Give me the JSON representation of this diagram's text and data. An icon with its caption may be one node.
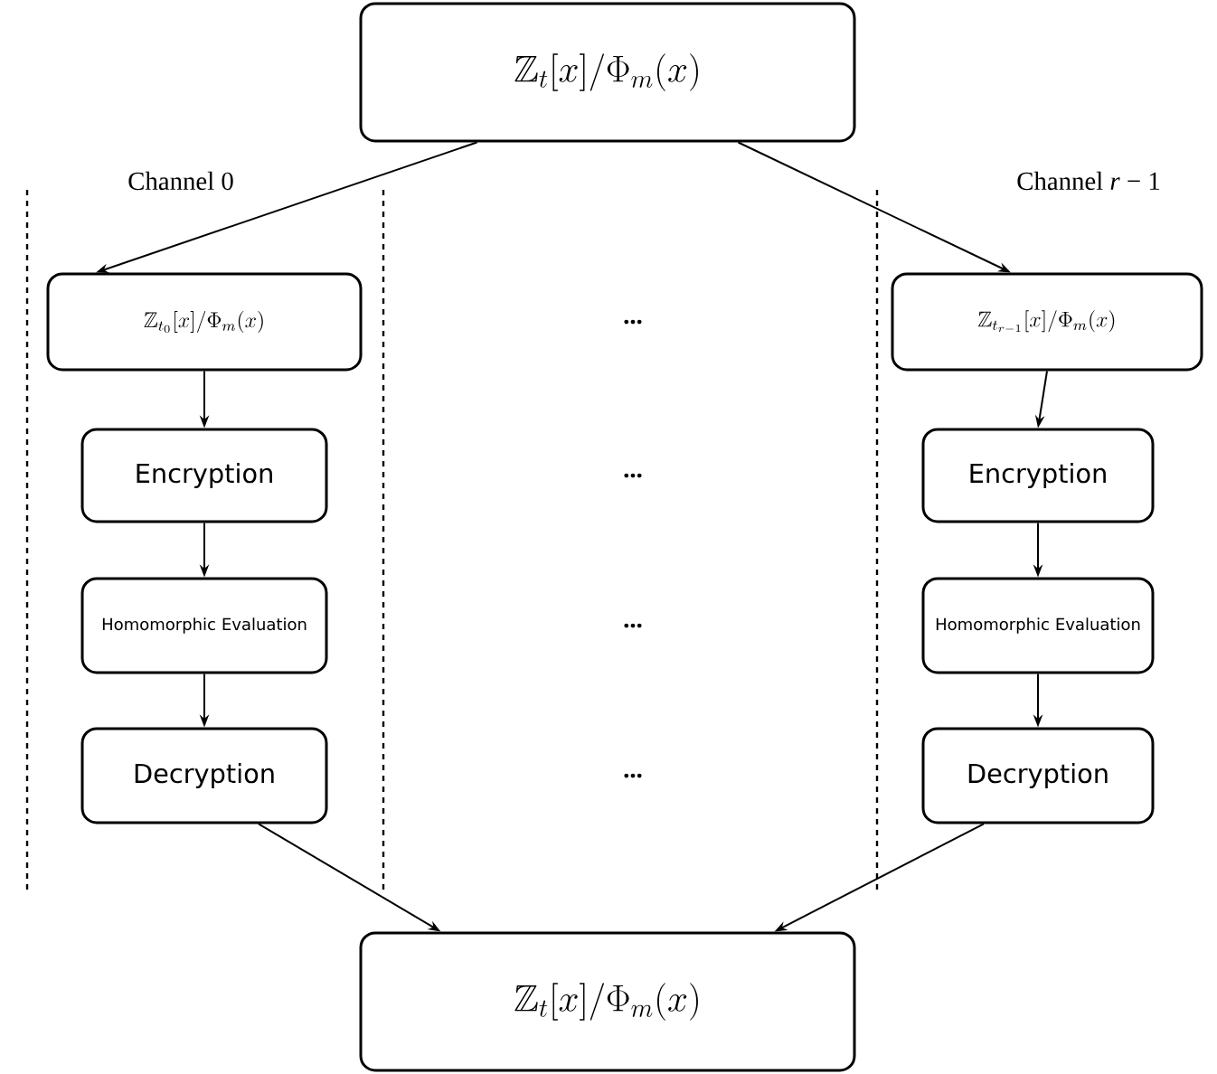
{
  "diagram": {
    "nodes": [
      {
        "text": [
          "\\mathbb{Z}_t[x]/\\Phi_m(x)"
        ]
      },
      {
        "text": [
          "\\mathbb{Z}_{t_0}[x]/\\Phi_m(x)"
        ]
      },
      {
        "text": [
          "Encryption"
        ]
      },
      {
        "text": [
          "Homomorphic Evaluation"
        ]
      },
      {
        "text": [
          "Decryption"
        ]
      },
      {
        "text": [
          "\\mathbb{Z}_{t_{r-1}}[x]/\\Phi_m(x)"
        ]
      },
      {
        "text": [
          "Encryption"
        ]
      },
      {
        "text": [
          "Homomorphic Evaluation"
        ]
      },
      {
        "text": [
          "Decryption"
        ]
      },
      {
        "text": [
          "\\mathbb{Z}_t[x]/\\Phi_m(x)"
        ]
      }
    ],
    "edges": [
      {
        "from": 0,
        "to": 1,
        "arrow": "to"
      },
      {
        "from": 0,
        "to": 5,
        "arrow": "to"
      },
      {
        "from": 1,
        "to": 2,
        "arrow": "to"
      },
      {
        "from": 2,
        "to": 3,
        "arrow": "to"
      },
      {
        "from": 3,
        "to": 4,
        "arrow": "to"
      },
      {
        "from": 5,
        "to": 6,
        "arrow": "to"
      },
      {
        "from": 6,
        "to": 7,
        "arrow": "to"
      },
      {
        "from": 7,
        "to": 8,
        "arrow": "to"
      },
      {
        "from": 4,
        "to": 9,
        "arrow": "to"
      },
      {
        "from": 8,
        "to": 9,
        "arrow": "to"
      }
    ],
    "labels": [
      "Channel 0",
      "Channel *r* − 1",
      "...",
      "...",
      "...",
      "..."
    ]
  }
}
